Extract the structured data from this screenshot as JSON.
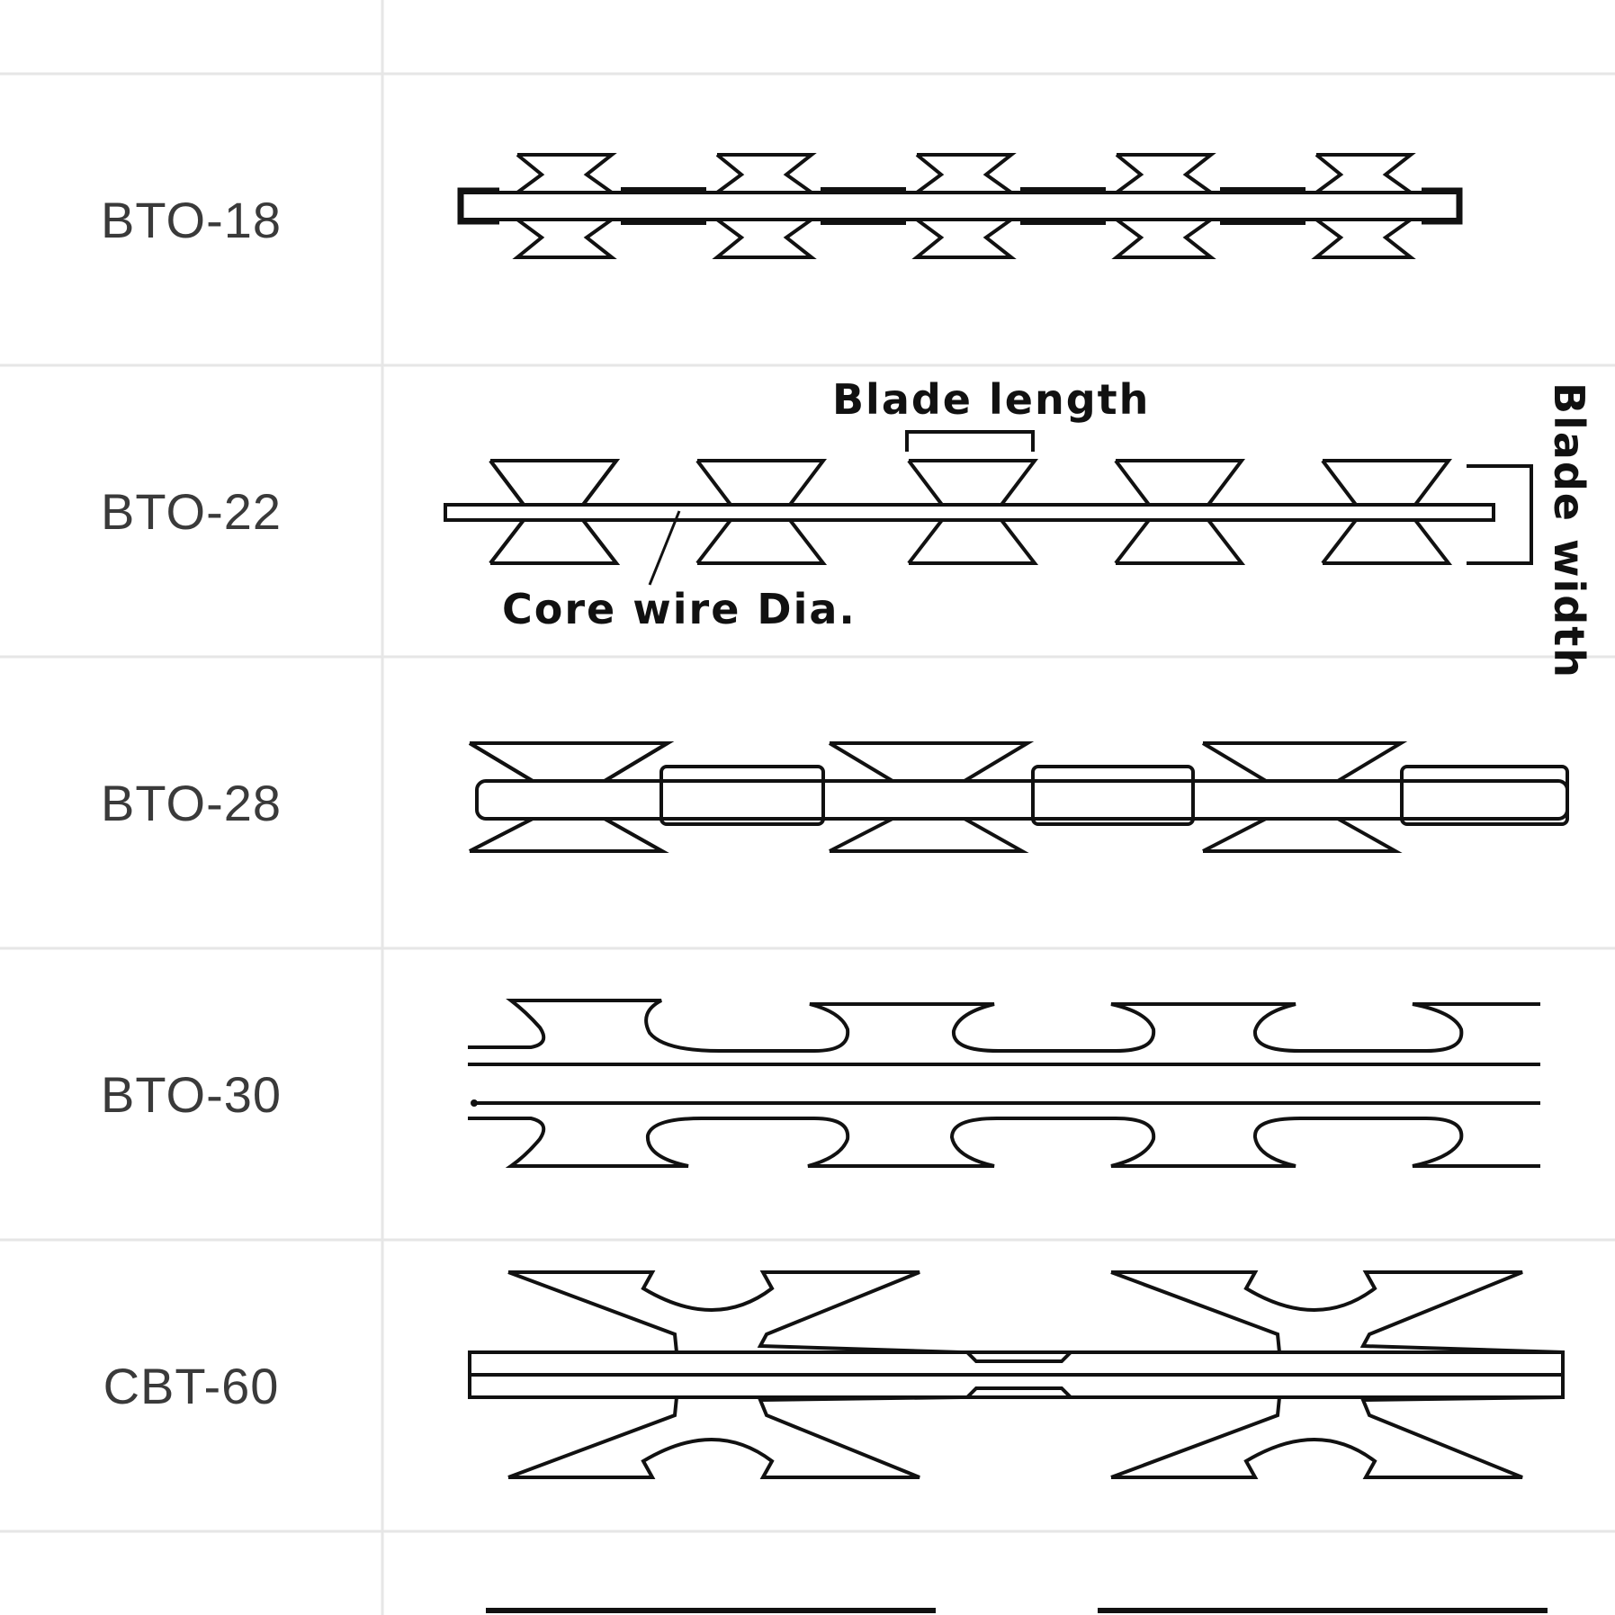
{
  "table": {
    "rows": [
      {
        "model": "BTO-18"
      },
      {
        "model": "BTO-22"
      },
      {
        "model": "BTO-28"
      },
      {
        "model": "BTO-30"
      },
      {
        "model": "CBT-60"
      },
      {
        "model": ""
      }
    ]
  },
  "annotations": {
    "blade_length": "Blade length",
    "core_wire": "Core wire Dia.",
    "blade_width": "Blade width"
  },
  "colors": {
    "grid_line": "#e6e6e6",
    "stroke": "#111111",
    "label_text": "#3a3a3a"
  }
}
